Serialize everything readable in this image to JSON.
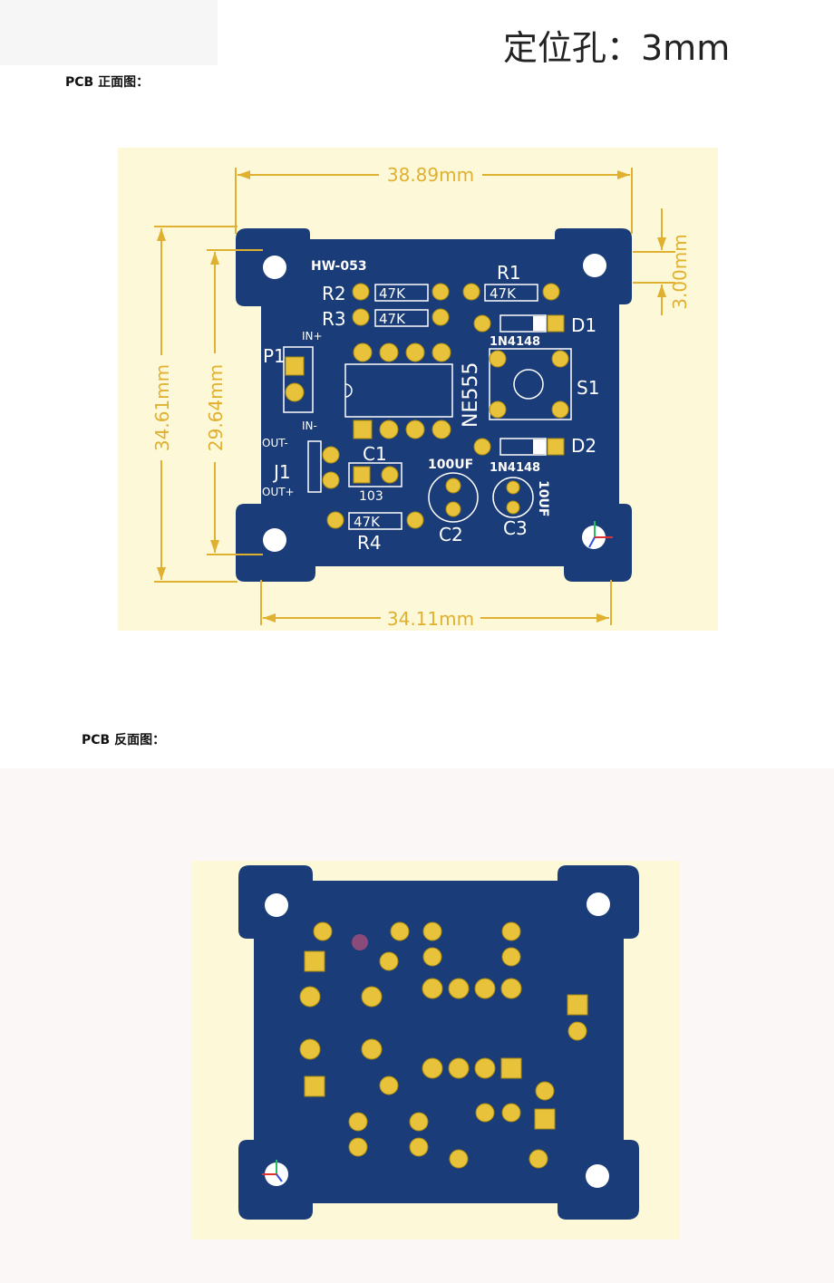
{
  "header": {
    "title": "定位孔：3mm",
    "front_label": "PCB 正面图：",
    "back_label": "PCB 反面图："
  },
  "dimensions": {
    "width_outer": "38.89mm",
    "width_inner": "34.11mm",
    "height_outer": "34.61mm",
    "height_inner": "29.64mm",
    "hole_spacing": "3.00mm"
  },
  "front_board": {
    "model": "HW-053",
    "resistors": [
      {
        "ref": "R1",
        "value": "47K"
      },
      {
        "ref": "R2",
        "value": "47K"
      },
      {
        "ref": "R3",
        "value": "47K"
      },
      {
        "ref": "R4",
        "value": "47K"
      }
    ],
    "diodes": [
      {
        "ref": "D1",
        "part": "1N4148"
      },
      {
        "ref": "D2",
        "part": "1N4148"
      }
    ],
    "ic": "NE555",
    "switch": "S1",
    "connector_p1": "P1",
    "p1_pos": "IN+",
    "p1_neg": "IN-",
    "connector_j1": "J1",
    "j1_neg": "OUT-",
    "j1_pos": "OUT+",
    "c1_ref": "C1",
    "c1_value": "103",
    "c2_ref": "C2",
    "c2_value": "100UF",
    "c3_ref": "C3",
    "c3_value": "10UF"
  },
  "colors": {
    "board": "#1a3c78",
    "pad": "#e8c23a",
    "dimension": "#e0b030",
    "background": "#fdf9d8",
    "silkscreen": "#ffffff"
  }
}
